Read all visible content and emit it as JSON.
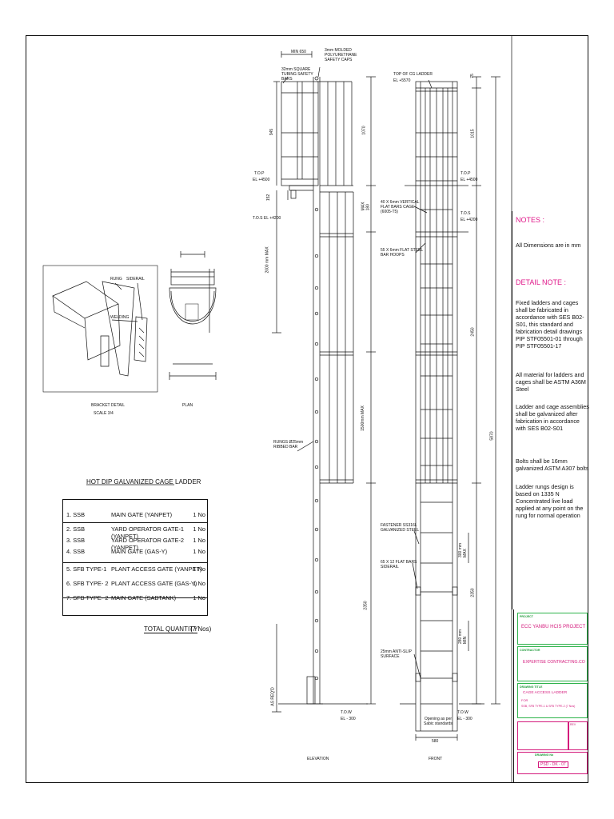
{
  "detail_panel": {
    "title": "HOT DIP GALVANIZED CAGE LADDER",
    "bracket_caption": "BRACKET DETAIL",
    "bracket_scale": "SCALE 3/4",
    "plan_caption": "PLAN",
    "rung_label": "RUNG",
    "siderail_label": "SIDERAIL",
    "welding_label": "WELDING"
  },
  "quantity_table": {
    "rows": [
      {
        "type": "1. SSB",
        "location": "MAIN GATE (YANPET)",
        "qty": "1 No"
      },
      {
        "type": "2. SSB",
        "location": "YARD OPERATOR GATE-1 (YANPET)",
        "qty": "1 No"
      },
      {
        "type": "3. SSB",
        "location": "YARD OPERATOR GATE-2 (YANPET)",
        "qty": "1 No"
      },
      {
        "type": "4. SSB",
        "location": "MAIN GATE (GAS-Y)",
        "qty": "1 No"
      },
      {
        "type": "5. SFB TYPE-1",
        "location": "PLANT ACCESS GATE (YANPET)",
        "qty": "1 No"
      },
      {
        "type": "6. SFB TYPE- 2",
        "location": "PLANT ACCESS GATE (GAS-Y)",
        "qty": "1 No"
      },
      {
        "type": "7. SFB TYPE- 2",
        "location": "MAIN GATE (SABTANK)",
        "qty": "1 No"
      }
    ],
    "total_label": "TOTAL QUANTITY",
    "total_value": "(7 Nos)"
  },
  "elevation": {
    "caption": "ELEVATION",
    "min650": "MIN 650",
    "caps_note": "3mm MOLDED\nPOLYURETHANE\nSAFETY CAPS",
    "tubing_note": "32mm SQUARE\nTUBING SAFETY\nBARS",
    "top_label": "T.O.P",
    "top_el": "EL +4500",
    "tos_label": "T.O.S  EL +4200",
    "rungs_note": "RUNGS Ø25mm\nRIBBED BAR",
    "tow_label": "T.O.W",
    "tow_el": "EL - 300",
    "dim_945": "945",
    "dim_1070": "1070",
    "dim_152": "152",
    "dim_max1": "MAX\n180",
    "dim_2000": "2000 mm MAX",
    "dim_1500": "1500mm MAX",
    "dim_2350": "2350",
    "dim_asreqd": "AS REQ'D"
  },
  "front": {
    "caption": "FRONT",
    "top_cg": "TOP OF CG LADDER",
    "top_cg_el": "EL +5570",
    "dim_75": "75",
    "dim_1015": "1015",
    "top_label": "T.O.P",
    "top_el": "EL +4500",
    "tos_label": "T.O.S",
    "tos_el": "EL +4200",
    "vertical_bars_note": "40 X 6mm VERTICAL\nFLAT BARS CAGE\n(6005-T5)",
    "hoop_note": "55 X 6mm FLAT STEEL\nBAR HOOPS",
    "fastener_note": "FASTENER SS316L\nGALVANIZED STEEL",
    "siderail_note": "65 X 12 FLAT BARS\nSIDERAIL",
    "antislip_note": "25mm ANTI-SLIP\nSURFACE",
    "opening_note": "Opening as per\nSabic standards",
    "tow_label": "T.O.W",
    "tow_el": "EL - 300",
    "dim_580": "580",
    "dim_2450": "2450",
    "dim_5870": "5870",
    "dim_2350": "2350",
    "dim_300max": "300 mm\nMAX",
    "dim_280min": "280 mm\nMIN"
  },
  "notes": {
    "heading": "NOTES :",
    "dimensions": "All Dimensions are in mm",
    "detail_heading": "DETAIL NOTE :",
    "paragraphs": [
      "Fixed ladders and cages shall be fabricated in accordance with SES B02-S01, this standard and fabrication detail drawings PIP STF05501-01 through PIP STF05501-17",
      "All material for ladders and cages shall be ASTM A36M Steel",
      "Ladder and cage assemblies shall be galvanized after fabrication in accordance with SES B02-S01",
      "Bolts shall be 16mm galvanized ASTM A307 bolts",
      "Ladder rungs design is based on 1335 N Concentrated live load applied at any point on the rung for normal operation"
    ]
  },
  "title_block": {
    "project_label": "PROJECT",
    "project_value": "ECC YANBU HCIS PROJECT",
    "contractor_label": "CONTRACTOR",
    "contractor_value": "EXPERTISE CONTRACTING.CO",
    "drawing_title_label": "DRAWING TITLE",
    "drawing_title_value": "CAGE ACCESS LADDER",
    "drawing_for": "FOR",
    "drawing_sub": "SSB, SFB TYPE-1 & SFB TYPE-2   (7 Nos)",
    "drawing_no_label": "DRAWING No",
    "drawing_no_value": "PSD - DK - 07",
    "rev_label": "REV"
  },
  "colors": {
    "line": "#111111",
    "notes_heading": "#e0188a",
    "title_border": "#2db34a",
    "title_value": "#d41a7c"
  }
}
